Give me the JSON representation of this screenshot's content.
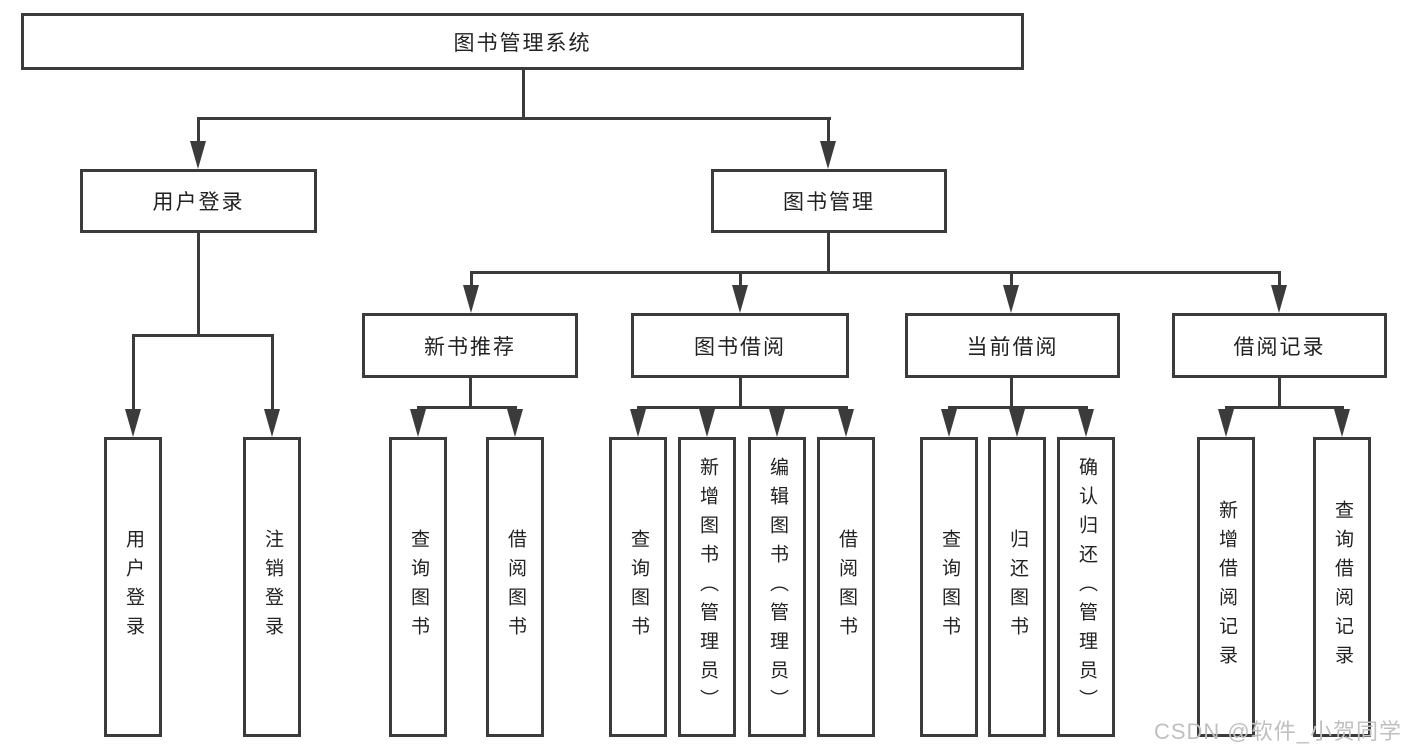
{
  "diagram": {
    "type": "tree",
    "root": {
      "label": "图书管理系统"
    },
    "level1": [
      {
        "label": "用户登录",
        "children_labels": [
          "用户登录",
          "注销登录"
        ]
      },
      {
        "label": "图书管理",
        "children_labels": [
          "新书推荐",
          "图书借阅",
          "当前借阅",
          "借阅记录"
        ]
      }
    ],
    "level2": [
      {
        "label": "新书推荐",
        "children_labels": [
          "查询图书",
          "借阅图书"
        ]
      },
      {
        "label": "图书借阅",
        "children_labels": [
          "查询图书",
          "新增图书（管理员）",
          "编辑图书（管理员）",
          "借阅图书"
        ]
      },
      {
        "label": "当前借阅",
        "children_labels": [
          "查询图书",
          "归还图书",
          "确认归还（管理员）"
        ]
      },
      {
        "label": "借阅记录",
        "children_labels": [
          "新增借阅记录",
          "查询借阅记录"
        ]
      }
    ],
    "leaves": [
      {
        "label": "用户登录"
      },
      {
        "label": "注销登录"
      },
      {
        "label": "查询图书"
      },
      {
        "label": "借阅图书"
      },
      {
        "label": "查询图书"
      },
      {
        "label": "新增图书（管理员）"
      },
      {
        "label": "编辑图书（管理员）"
      },
      {
        "label": "借阅图书"
      },
      {
        "label": "查询图书"
      },
      {
        "label": "归还图书"
      },
      {
        "label": "确认归还（管理员）"
      },
      {
        "label": "新增借阅记录"
      },
      {
        "label": "查询借阅记录"
      }
    ]
  },
  "watermark": {
    "text": "CSDN @软件_小贺同学"
  },
  "colors": {
    "line": "#3b3b3b",
    "text": "#222222",
    "watermark": "#c0c0c0",
    "background": "#ffffff"
  }
}
